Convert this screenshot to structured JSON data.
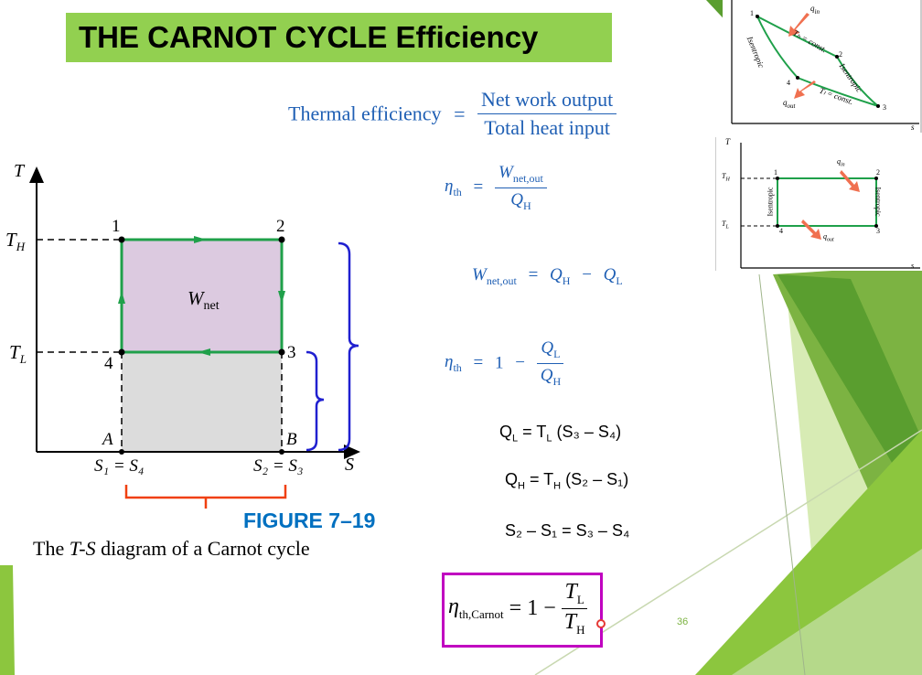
{
  "title": "THE CARNOT CYCLE Efficiency",
  "slide_number": "36",
  "colors": {
    "title_bg": "#92d050",
    "equation_blue": "#1f5fb4",
    "box_border": "#c000c0",
    "cycle_green": "#1fa04a"
  },
  "main_equation": {
    "lhs": "Thermal efficiency",
    "eq": "=",
    "numerator": "Net work output",
    "denominator": "Total heat input"
  },
  "eq1": {
    "eta": "η",
    "sub": "th",
    "eq": "=",
    "num_main": "W",
    "num_sub": "net,out",
    "den_main": "Q",
    "den_sub": "H"
  },
  "eq2": {
    "lhs_main": "W",
    "lhs_sub": "net,out",
    "eq": "=",
    "rhs": "Q",
    "rhs_sub1": "H",
    "minus": "−",
    "rhs2": "Q",
    "rhs_sub2": "L"
  },
  "eq3": {
    "eta": "η",
    "sub": "th",
    "eq": "=",
    "one": "1",
    "minus": "−",
    "num_main": "Q",
    "num_sub": "L",
    "den_main": "Q",
    "den_sub": "H"
  },
  "eq4": "Qₗ = Tₗ (S₃ – S₄)",
  "eq4_parts": {
    "q": "Q",
    "q_sub": "L",
    "t": "T",
    "t_sub": "L",
    "rest": "(S₃ – S₄)"
  },
  "eq5_parts": {
    "q": "Q",
    "q_sub": "H",
    "t": "T",
    "t_sub": "H",
    "rest": "(S₂ – S₁)"
  },
  "eq6": "S₂ – S₁ = S₃ – S₄",
  "final_eq": {
    "eta": "η",
    "sub": "th,Carnot",
    "eq": "=",
    "one": "1",
    "minus": "−",
    "num_main": "T",
    "num_sub": "L",
    "den_main": "T",
    "den_sub": "H"
  },
  "ts_diagram": {
    "y_axis": "T",
    "x_axis": "S",
    "th": "T",
    "th_sub": "H",
    "tl": "T",
    "tl_sub": "L",
    "points": [
      "1",
      "2",
      "3",
      "4"
    ],
    "a": "A",
    "b": "B",
    "s1": "S₁ = S₄",
    "s2": "S₂ = S₃",
    "wnet": "W",
    "wnet_sub": "net",
    "figure_label": "FIGURE 7–19",
    "caption_pre": "The ",
    "caption_ts": "T-S",
    "caption_post": " diagram of a Carnot cycle"
  },
  "top_right_diagram": {
    "qin": "q",
    "qin_sub": "in",
    "qout": "q",
    "qout_sub": "out",
    "th_const": "Tₕ = const.",
    "tl_const": "Tₗ = const.",
    "isentropic_left": "Isentropic",
    "isentropic_right": "Isentropic",
    "points": [
      "1",
      "2",
      "3",
      "4"
    ],
    "axis_s": "s"
  },
  "mid_right_diagram": {
    "y_axis": "T",
    "th": "T",
    "th_sub": "H",
    "tl": "T",
    "tl_sub": "L",
    "qin": "q",
    "qin_sub": "in",
    "qout": "q",
    "qout_sub": "out",
    "isentropic": "Isentropic",
    "points": [
      "1",
      "2",
      "3",
      "4"
    ],
    "axis_s": "s"
  }
}
